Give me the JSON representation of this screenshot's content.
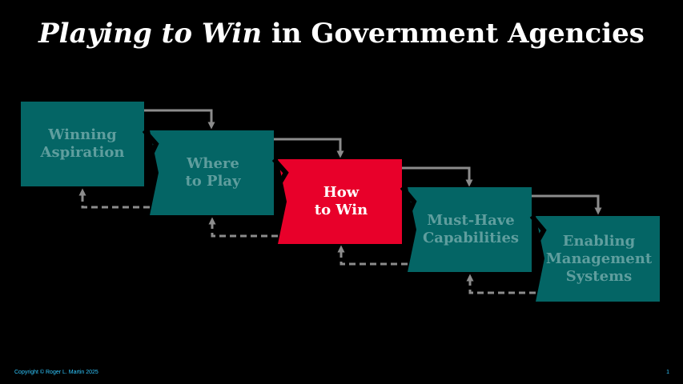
{
  "title": {
    "italic_part": "Playing to Win",
    "rest": " in Government Agencies"
  },
  "steps": [
    {
      "line1": "Winning",
      "line2": "Aspiration",
      "line3": "",
      "color": "#046565",
      "text_color": "#5f9e9e"
    },
    {
      "line1": "Where",
      "line2": "to Play",
      "line3": "",
      "color": "#046565",
      "text_color": "#5f9e9e"
    },
    {
      "line1": "How",
      "line2": "to Win",
      "line3": "",
      "color": "#e8002a",
      "text_color": "#ffffff"
    },
    {
      "line1": "Must-Have",
      "line2": "Capabilities",
      "line3": "",
      "color": "#046565",
      "text_color": "#5f9e9e"
    },
    {
      "line1": "Enabling",
      "line2": "Management",
      "line3": "Systems",
      "color": "#046565",
      "text_color": "#5f9e9e"
    }
  ],
  "connector_color": "#8c8c8c",
  "footer": {
    "copyright": "Copyright © Roger L. Martin 2025",
    "page_number": "1"
  }
}
